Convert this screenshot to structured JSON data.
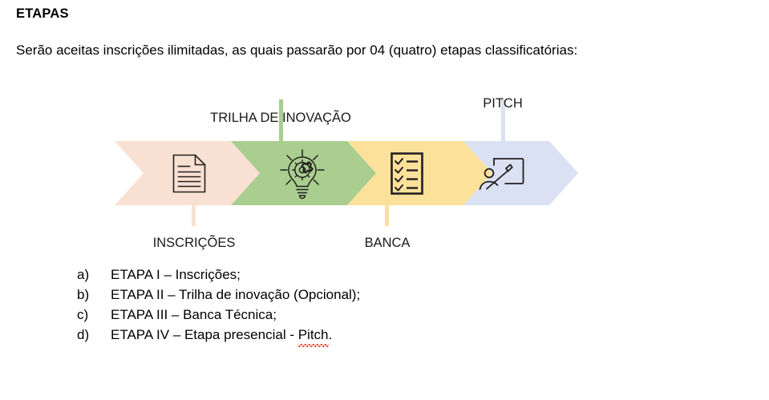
{
  "document": {
    "heading": "ETAPAS",
    "intro": "Serão aceitas inscrições ilimitadas, as quais passarão por 04 (quatro) etapas classificatórias:"
  },
  "diagram": {
    "type": "process-chevron",
    "stages": [
      {
        "id": "inscricoes",
        "label": "INSCRIÇÕES",
        "icon": "document-icon",
        "color": "#F8E0D3",
        "label_position": "below"
      },
      {
        "id": "trilha",
        "label": "TRILHA DE INOVAÇÃO",
        "icon": "lightbulb-gear-icon",
        "color": "#A9CE8F",
        "label_position": "above"
      },
      {
        "id": "banca",
        "label": "BANCA",
        "icon": "checklist-icon",
        "color": "#FCE19B",
        "label_position": "below"
      },
      {
        "id": "pitch",
        "label": "PITCH",
        "icon": "presentation-person-icon",
        "color": "#D9E1F2",
        "label_position": "above"
      }
    ]
  },
  "etapas": {
    "items": [
      {
        "marker": "a)",
        "text": "ETAPA I – Inscrições;",
        "misspelled": ""
      },
      {
        "marker": "b)",
        "text": "ETAPA II – Trilha de inovação (Opcional);",
        "misspelled": ""
      },
      {
        "marker": "c)",
        "text": "ETAPA III – Banca Técnica;",
        "misspelled": ""
      },
      {
        "marker": "d)",
        "text": "ETAPA IV – Etapa presencial - ",
        "misspelled": "Pitch",
        "suffix": "."
      }
    ]
  },
  "colors": {
    "stage_1": "#F8E0D3",
    "stage_2": "#A9CE8F",
    "stage_3": "#FCE19B",
    "stage_4": "#D9E1F2",
    "text": "#000000",
    "spellcheck_underline": "#E8402A",
    "background": "#FFFFFF"
  }
}
